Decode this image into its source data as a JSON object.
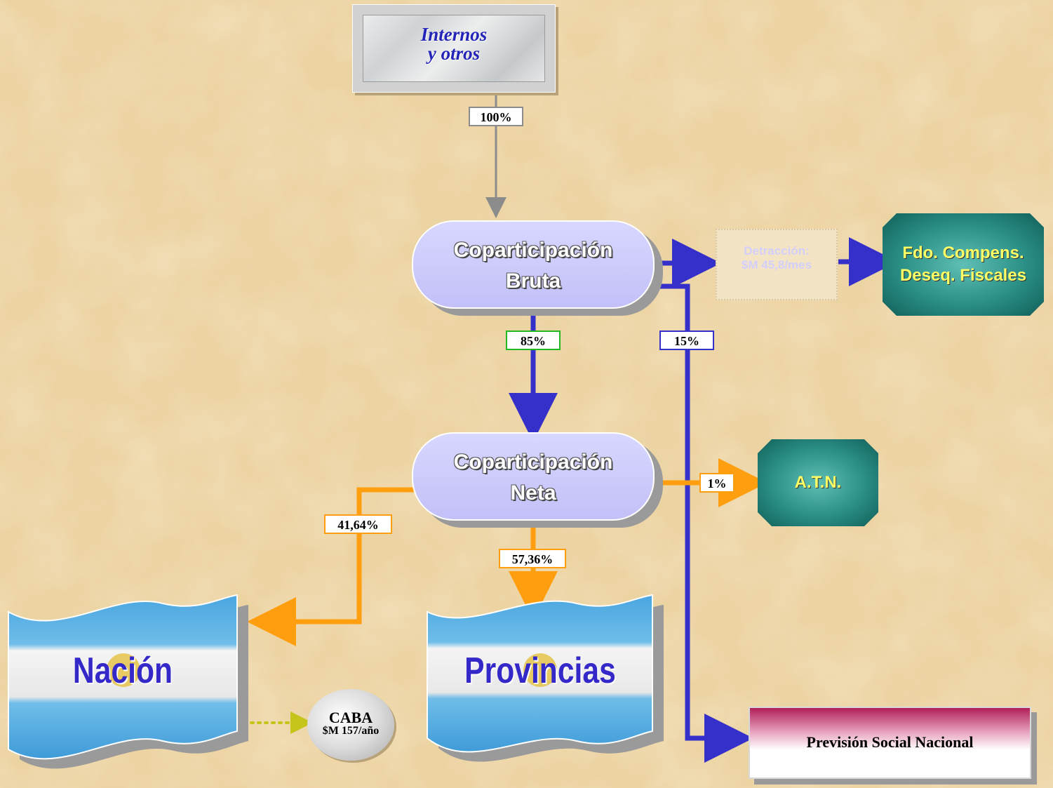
{
  "source": {
    "line1": "Internos",
    "line2": "y otros"
  },
  "percentages": {
    "source_to_bruta": "100%",
    "bruta_to_neta": "85%",
    "bruta_to_prevision": "15%",
    "neta_to_atn": "1%",
    "neta_to_nacion": "41,64%",
    "neta_to_provincias": "57,36%"
  },
  "bruta": {
    "line1": "Coparticipación",
    "line2": "Bruta"
  },
  "neta": {
    "line1": "Coparticipación",
    "line2": "Neta"
  },
  "detraccion": {
    "line1": "Detracción:",
    "line2": "$M 45,8/mes"
  },
  "fondo": {
    "line1": "Fdo. Compens.",
    "line2": "Deseq. Fiscales"
  },
  "atn": {
    "label": "A.T.N."
  },
  "nacion": {
    "label": "Nación"
  },
  "provincias": {
    "label": "Provincias"
  },
  "caba": {
    "title": "CABA",
    "amount": "$M 157/año"
  },
  "prevision": {
    "label": "Previsión Social Nacional"
  },
  "colors": {
    "flow_blue": "#3430c9",
    "flow_orange": "#ff9f10",
    "flow_gray": "#8c8c8c",
    "dotted_olive": "#c4c41a",
    "flag_blue": "#56b0e6",
    "text_title_blue": "#2424b8"
  }
}
